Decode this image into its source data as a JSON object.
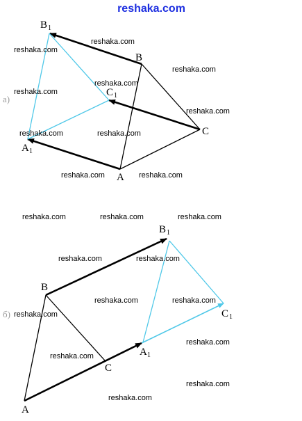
{
  "header": {
    "site_title": "reshaka.com"
  },
  "watermark": "reshaka.com",
  "part_a": {
    "marker": "а)",
    "labels": {
      "B": "B",
      "B1": "B",
      "C1": "C",
      "A1": "A",
      "C": "C",
      "A": "A"
    },
    "subscripts": {
      "B1": "1",
      "C1": "1",
      "A1": "1"
    }
  },
  "part_b": {
    "marker": "б)",
    "labels": {
      "B1": "B",
      "B": "B",
      "C1": "C",
      "A1": "A",
      "C": "C",
      "A": "A"
    },
    "subscripts": {
      "B1": "1",
      "C1": "1",
      "A1": "1"
    }
  },
  "colors": {
    "site_title": "#1d2fe0",
    "construction_lines": "#4fc8e8",
    "main_lines": "#000000"
  }
}
